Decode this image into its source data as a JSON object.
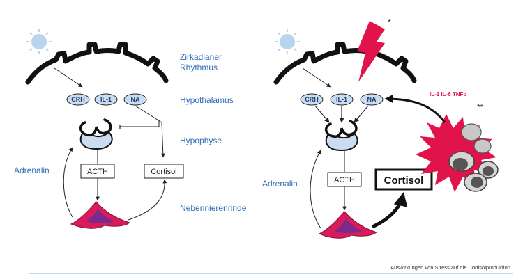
{
  "labels": {
    "circadian_1": "Zirkadianer",
    "circadian_2": "Rhythmus",
    "hypothalamus": "Hypothalamus",
    "hypophysis": "Hypophyse",
    "adrenal_cortex": "Nebennierenrinde",
    "adrenalin_left": "Adrenalin",
    "adrenalin_right": "Adrenalin"
  },
  "left": {
    "pills": [
      "CRH",
      "IL-1",
      "NA"
    ],
    "acth": "ACTH",
    "cortisol": "Cortisol"
  },
  "right": {
    "pills": [
      "CRH",
      "IL-1",
      "NA"
    ],
    "acth": "ACTH",
    "cortisol": "Cortisol",
    "stress_mark": "*",
    "cytokines": "IL-1  IL-6  TNFα",
    "cell_mark": "**"
  },
  "caption": "Auswirkungen von Stress auf die Cortisolproduktion.",
  "colors": {
    "blue_text": "#2e6db4",
    "pill_fill": "#c9dcf0",
    "gland_fill": "#c9dcf0",
    "adrenal_outer": "#d81b5a",
    "adrenal_inner": "#7a2a8a",
    "lightning": "#e0134b",
    "sun": "#b9d4ee",
    "moon": "#4f8fd0"
  }
}
